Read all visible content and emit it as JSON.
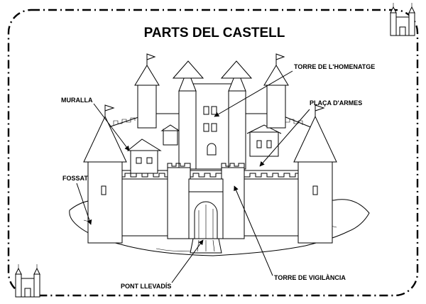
{
  "title": "PARTS DEL CASTELL",
  "labels": {
    "homenatge": "TORRE DE L'HOMENATGE",
    "muralla": "MURALLA",
    "placa": "PLAÇA D'ARMES",
    "fossat": "FOSSAT",
    "pont": "PONT LLEVADÍS",
    "vigilancia": "TORRE DE VIGILÀNCIA"
  }
}
